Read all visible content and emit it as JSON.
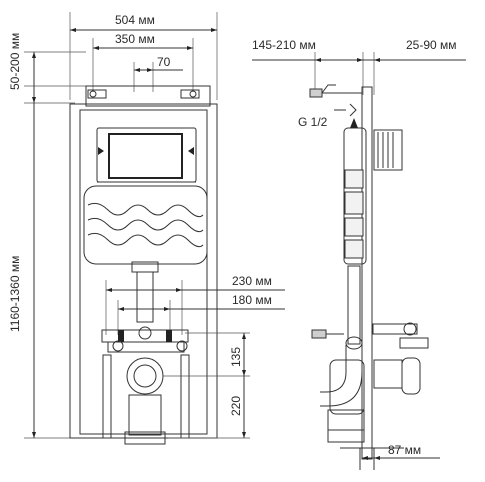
{
  "dimensions": {
    "overall_width": "504 мм",
    "inner_width": "350 мм",
    "offset_70": "70",
    "height_adjust_top": "50-200 мм",
    "total_height": "1160-1360 мм",
    "wall_depth": "145-210 мм",
    "right_depth": "25-90 мм",
    "pipe_thread": "G 1/2",
    "bolt_230": "230 мм",
    "bolt_180": "180 мм",
    "height_135": "135",
    "height_220": "220",
    "bottom_depth": "87 мм"
  },
  "colors": {
    "line": "#333333",
    "fill_dark": "#222222",
    "fill_light": "#f2f2f2"
  }
}
